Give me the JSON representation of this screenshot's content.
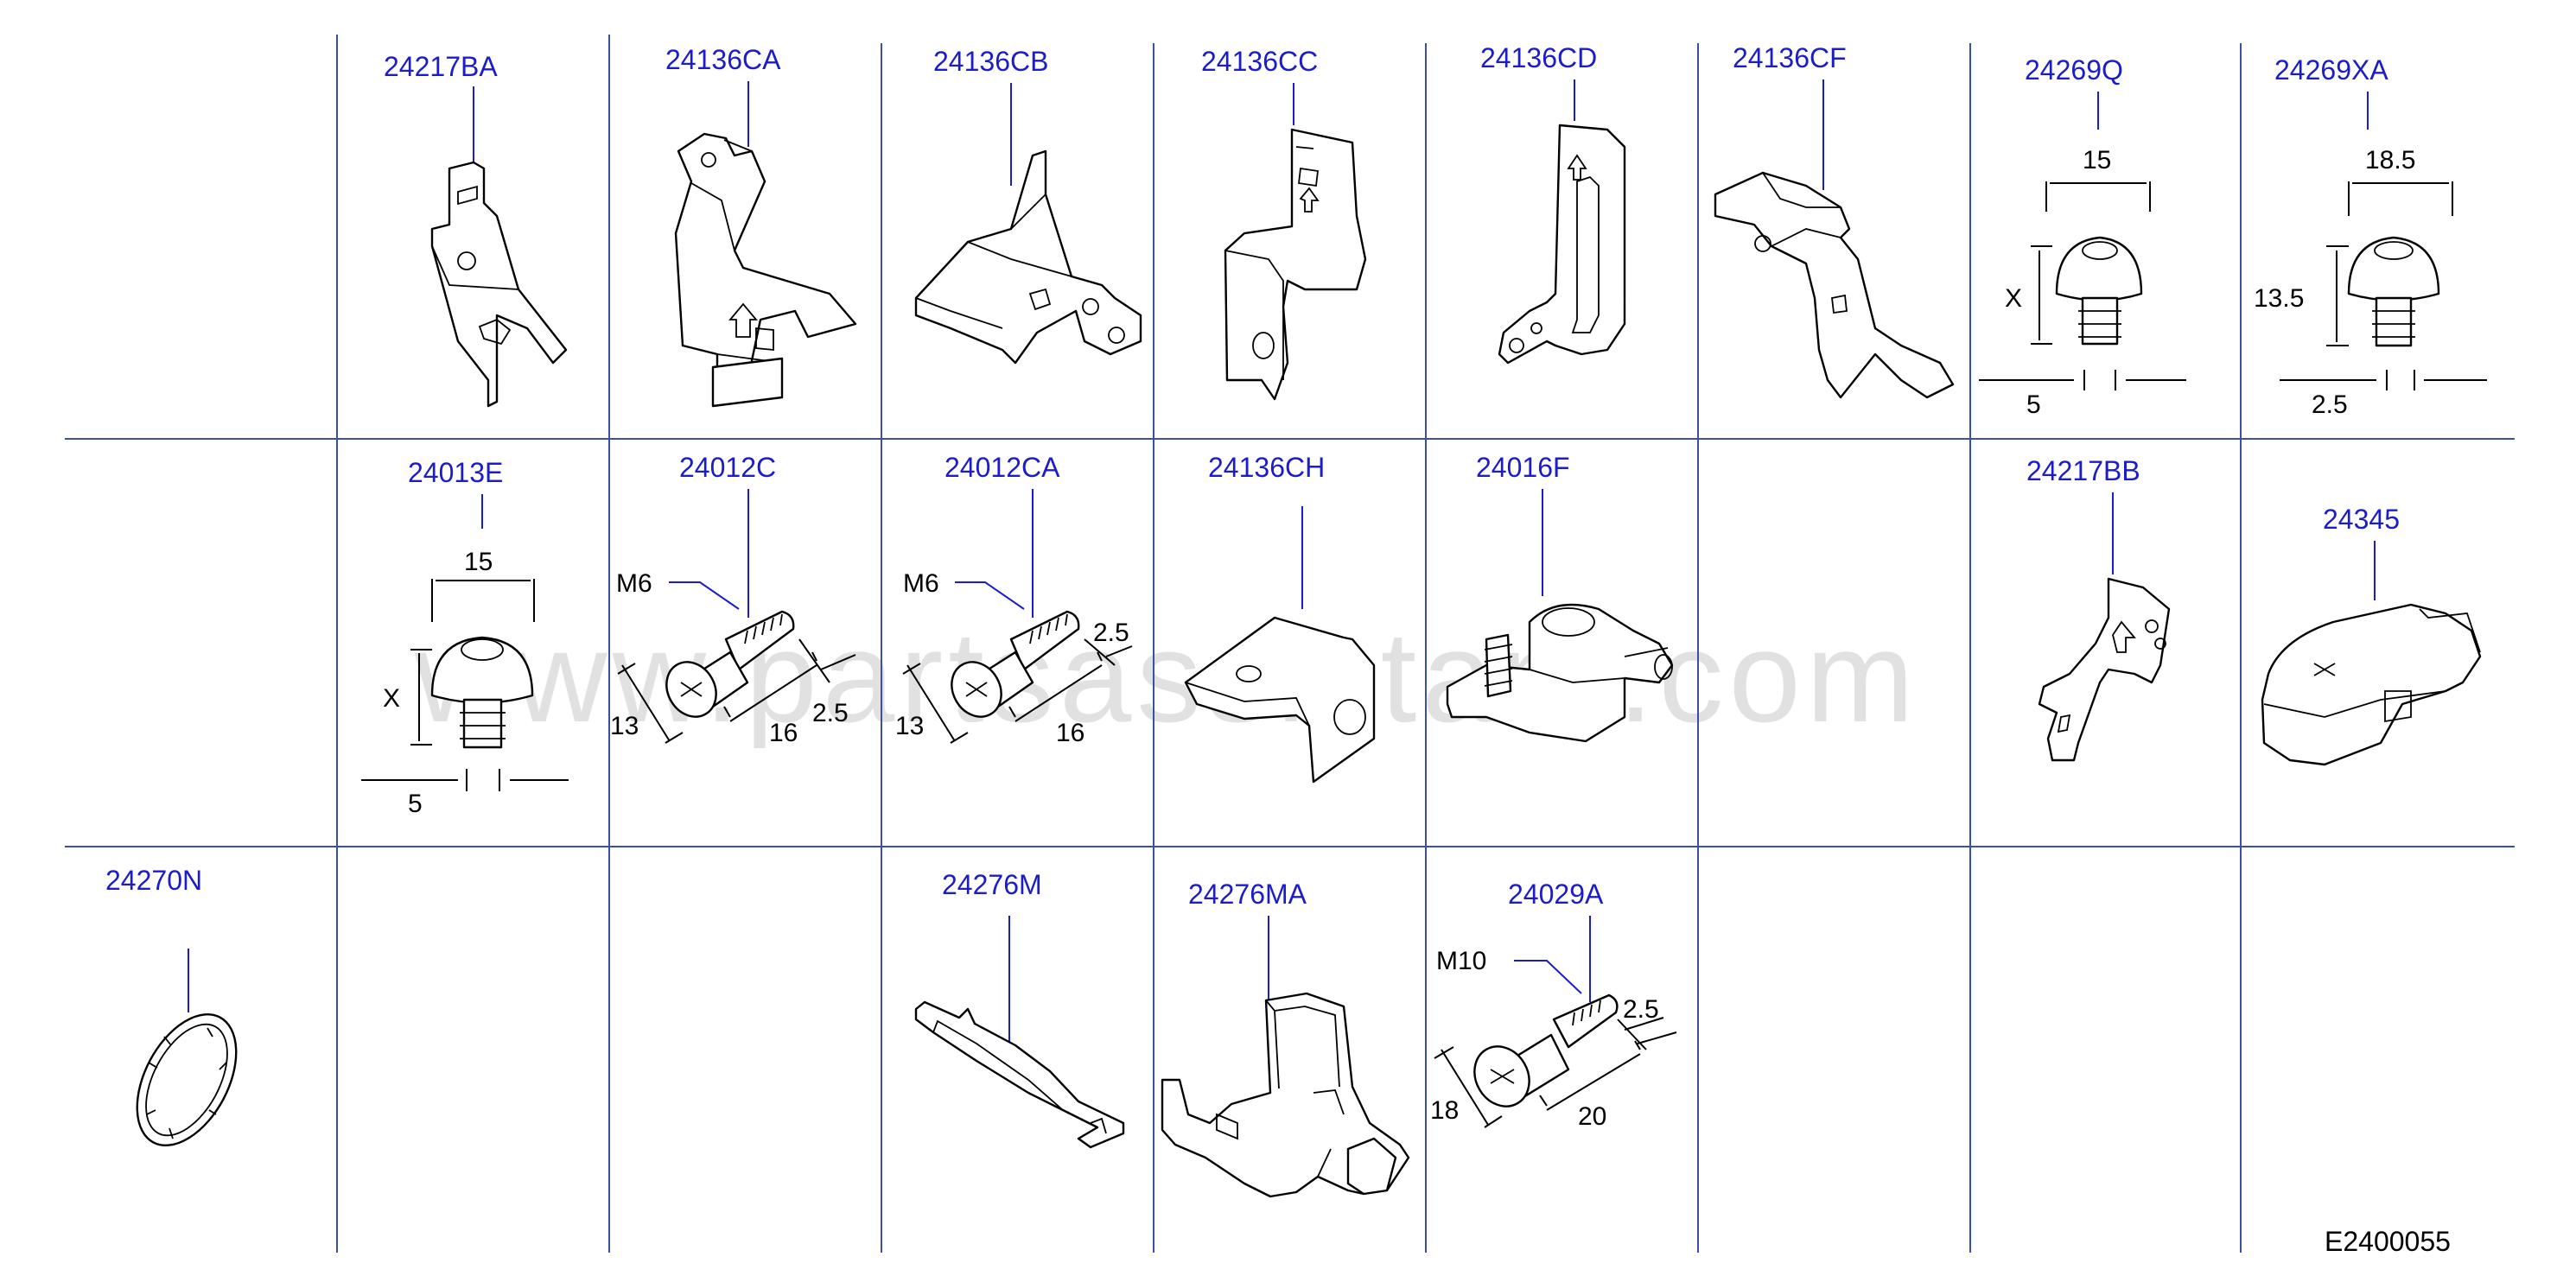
{
  "parts": [
    {
      "id": "p-24217BA",
      "label": "24217BA"
    },
    {
      "id": "p-24136CA",
      "label": "24136CA"
    },
    {
      "id": "p-24136CB",
      "label": "24136CB"
    },
    {
      "id": "p-24136CC",
      "label": "24136CC"
    },
    {
      "id": "p-24136CD",
      "label": "24136CD"
    },
    {
      "id": "p-24136CF",
      "label": "24136CF"
    },
    {
      "id": "p-24269Q",
      "label": "24269Q"
    },
    {
      "id": "p-24269XA",
      "label": "24269XA"
    },
    {
      "id": "p-24013E",
      "label": "24013E"
    },
    {
      "id": "p-24012C",
      "label": "24012C"
    },
    {
      "id": "p-24012CA",
      "label": "24012CA"
    },
    {
      "id": "p-24136CH",
      "label": "24136CH"
    },
    {
      "id": "p-24016F",
      "label": "24016F"
    },
    {
      "id": "p-24217BB",
      "label": "24217BB"
    },
    {
      "id": "p-24345",
      "label": "24345"
    },
    {
      "id": "p-24270N",
      "label": "24270N"
    },
    {
      "id": "p-24276M",
      "label": "24276M"
    },
    {
      "id": "p-24276MA",
      "label": "24276MA"
    },
    {
      "id": "p-24029A",
      "label": "24029A"
    }
  ],
  "dimensions": {
    "q_width": "15",
    "q_height": "X",
    "q_stem": "5",
    "xa_width": "18.5",
    "xa_height": "13.5",
    "xa_stem": "2.5",
    "e_width": "15",
    "e_height": "X",
    "e_stem": "5",
    "c_thread": "M6",
    "c_head": "13",
    "c_length": "16",
    "c_tip": "2.5",
    "ca_thread": "M6",
    "ca_head": "13",
    "ca_length": "16",
    "ca_tip": "2.5",
    "a_thread": "M10",
    "a_head": "18",
    "a_length": "20",
    "a_tip": "2.5"
  },
  "diagram_code": "E2400055",
  "watermark": "www.partsassistant.com",
  "colors": {
    "label": "#1c1cc8",
    "grid": "#3a4fa8",
    "watermark": "#c8c8c8"
  }
}
